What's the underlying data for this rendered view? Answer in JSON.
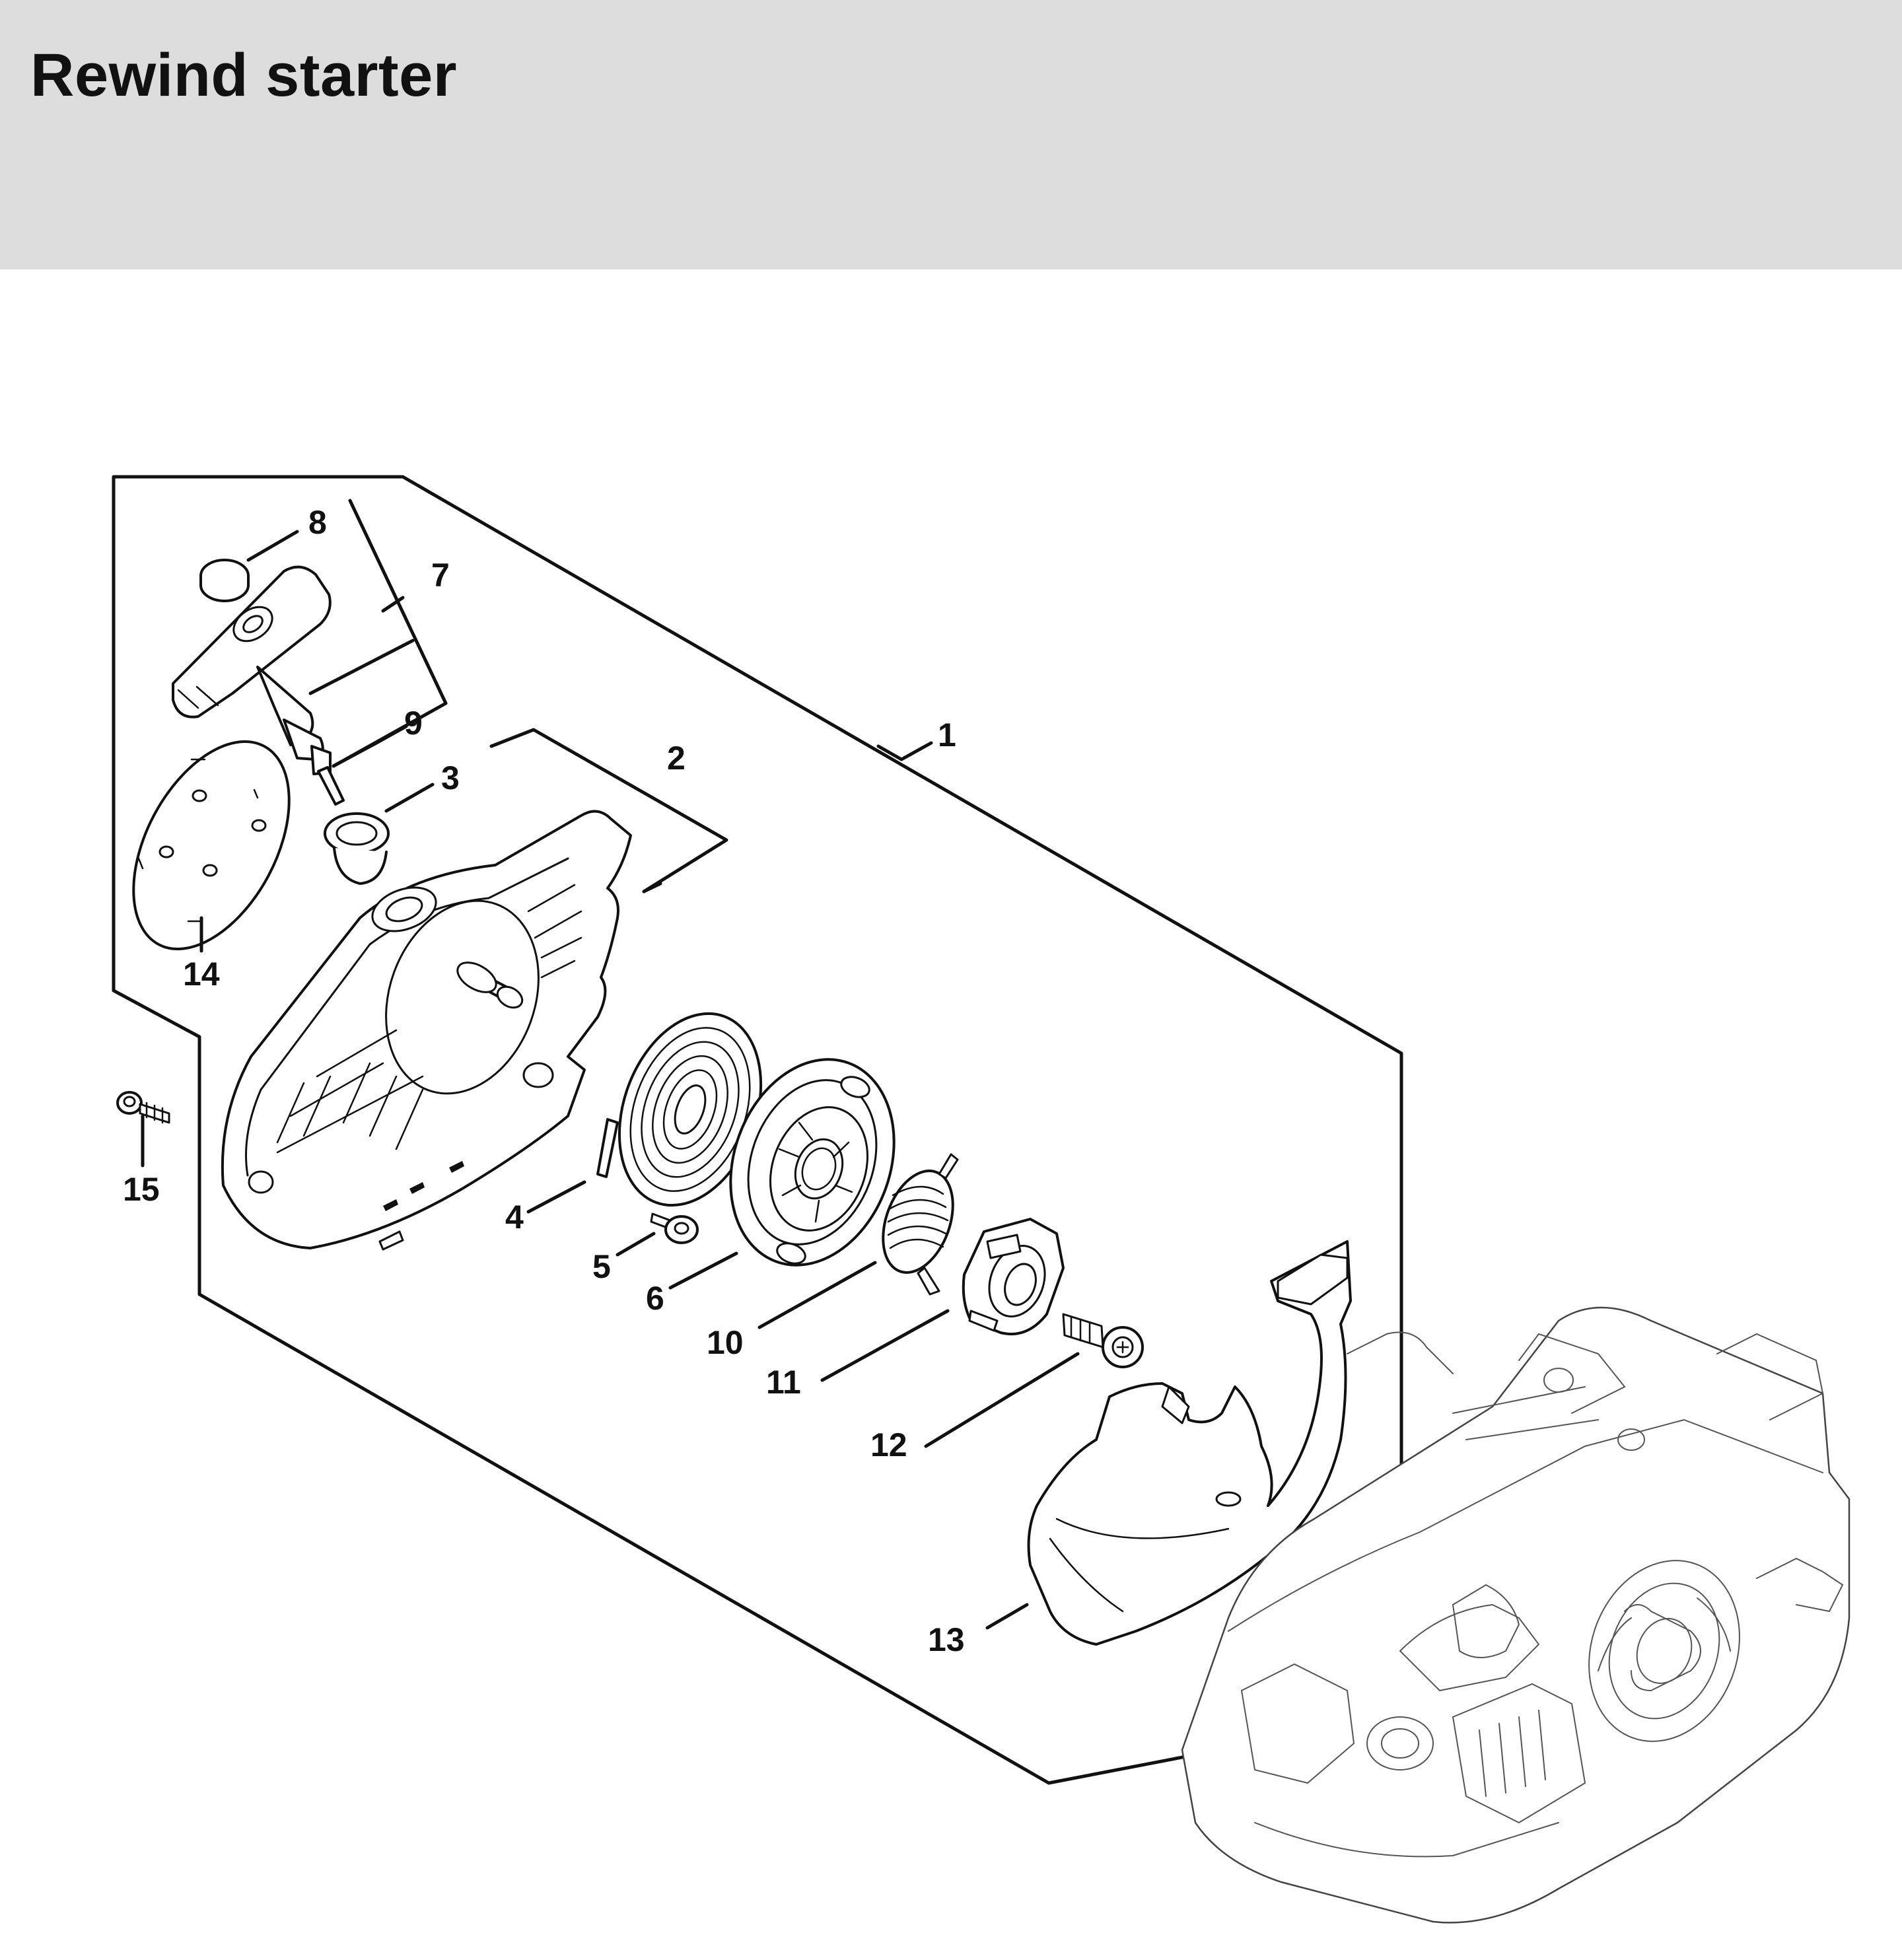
{
  "title": "Rewind starter",
  "colors": {
    "header_background": "#dcdddc",
    "ink": "#111111",
    "background": "#ffffff"
  },
  "callouts": {
    "c1": "1",
    "c2": "2",
    "c3": "3",
    "c4": "4",
    "c5": "5",
    "c6": "6",
    "c7": "7",
    "c8": "8",
    "c9": "9",
    "c10": "10",
    "c11": "11",
    "c12": "12",
    "c13": "13",
    "c14": "14",
    "c15": "15"
  }
}
